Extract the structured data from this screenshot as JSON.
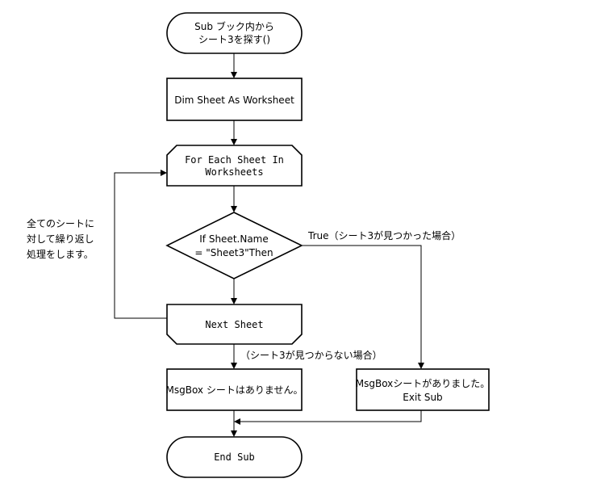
{
  "nodes": {
    "start": {
      "line1": "Sub ブック内から",
      "line2": "シート3を探す()"
    },
    "dim": {
      "label": "Dim Sheet As Worksheet"
    },
    "loop_start": {
      "line1": "For Each Sheet In",
      "line2": "Worksheets"
    },
    "decision": {
      "line1": "If Sheet.Name",
      "line2": "= \"Sheet3\"Then"
    },
    "loop_end": {
      "label": "Next Sheet"
    },
    "msg_not_found": {
      "label": "MsgBox シートはありません。"
    },
    "msg_found": {
      "line1": "MsgBoxシートがありました。",
      "line2": "Exit Sub"
    },
    "end": {
      "label": "End  Sub"
    }
  },
  "labels": {
    "true_branch": "True（シート3が見つかった場合）",
    "false_branch": "（シート3が見つからない場合）",
    "loop_note": [
      "全てのシートに",
      "対して繰り返し",
      "処理をします。"
    ]
  }
}
